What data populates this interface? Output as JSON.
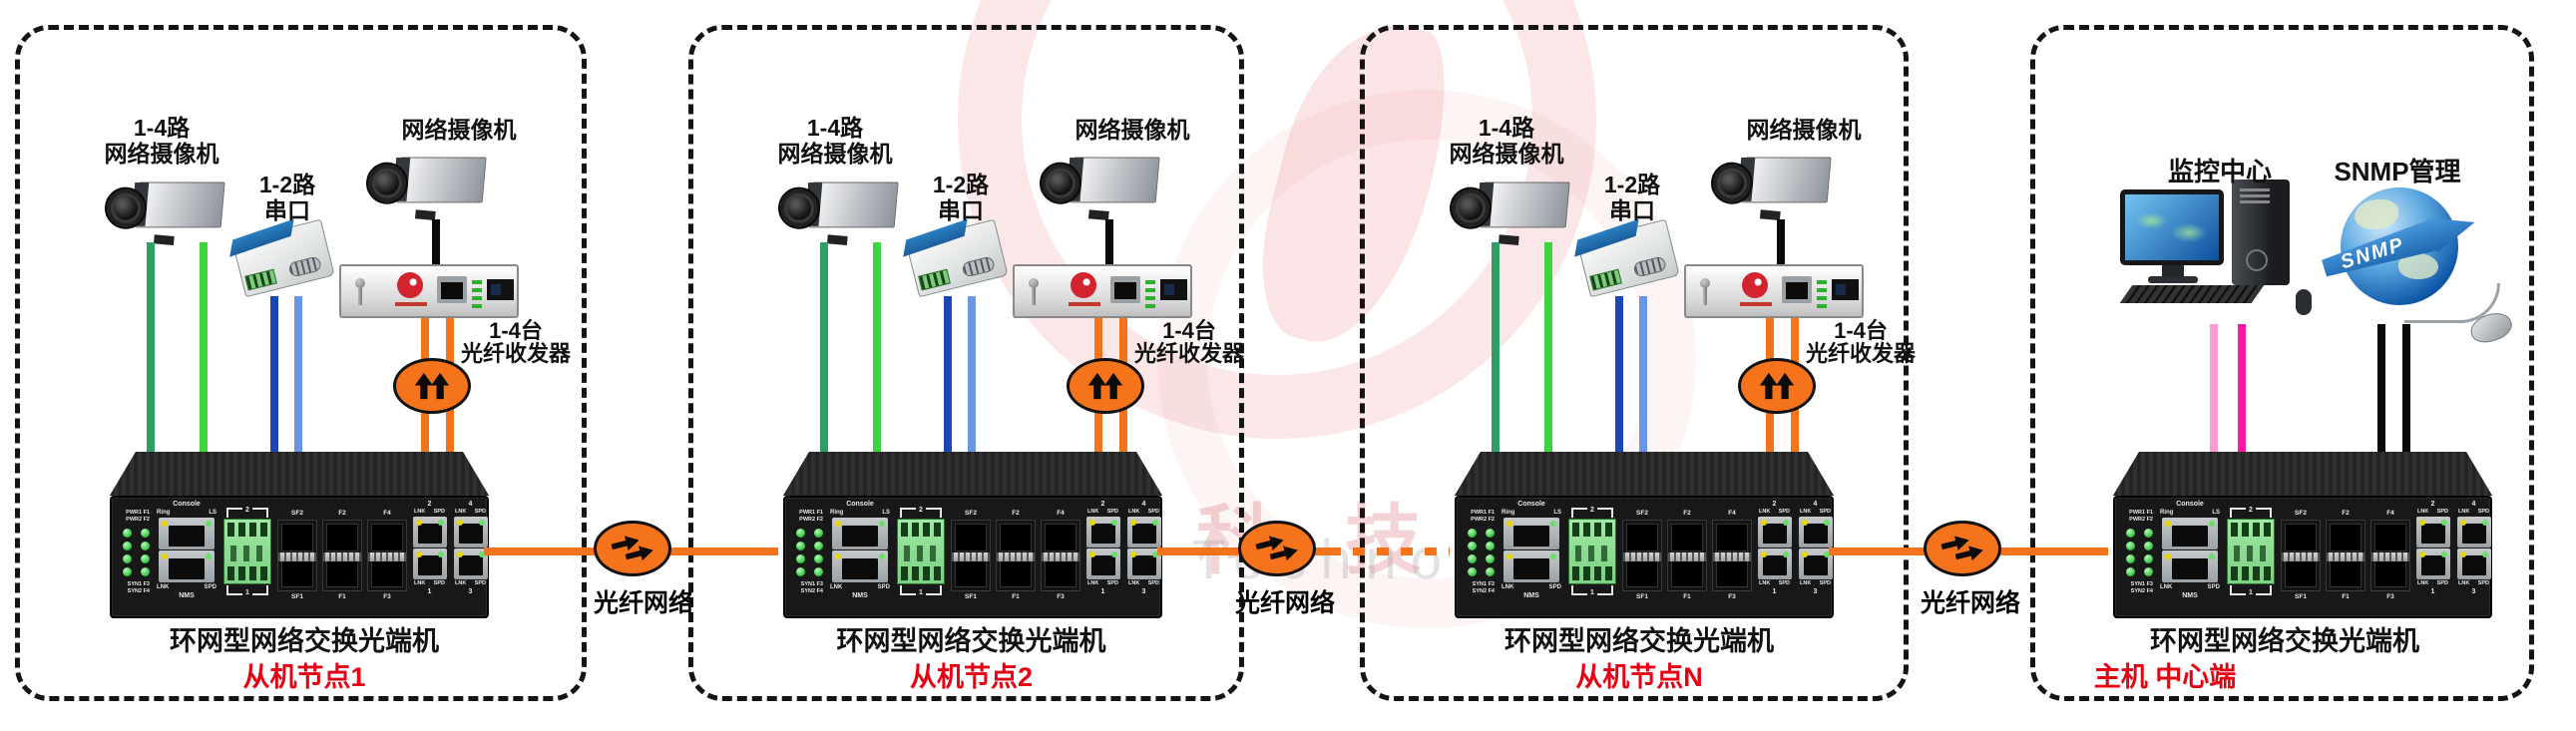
{
  "watermark": {
    "cn": "畅 科 技",
    "en": "Future Technology"
  },
  "shared": {
    "link_label": "光纤网络",
    "switch_caption": "环网型网络交换光端机",
    "slave": {
      "camera1_label_1": "1-4路",
      "camera1_label_2": "网络摄像机",
      "serial_label_1": "1-2路",
      "serial_label_2": "串口",
      "camera2_label": "网络摄像机",
      "transceiver_label_1": "1-4台",
      "transceiver_label_2": "光纤收发器"
    },
    "switch": {
      "console": "Console",
      "ring": "Ring",
      "ls": "LS",
      "pwr1": "PWR1 F1",
      "pwr2": "PWR2 F2",
      "syn1": "SYN1 F3",
      "syn2": "SYN2 F4",
      "lnk": "LNK",
      "spd": "SPD",
      "nms": "NMS",
      "tb_top": "2",
      "tb_bottom": "1",
      "sfp1_top": "SF2",
      "sfp1_bottom": "SF1",
      "sfp2_top": "F2",
      "sfp2_bottom": "F1",
      "sfp3_top": "F4",
      "sfp3_bottom": "F3",
      "rj1_top": "2",
      "rj1_bottom": "1",
      "rj2_top": "4",
      "rj2_bottom": "3"
    }
  },
  "nodes": [
    {
      "node_label": "从机节点1"
    },
    {
      "node_label": "从机节点2"
    },
    {
      "node_label": "从机节点N"
    },
    {
      "node_label": "主机 中心端",
      "monitor_label": "监控中心",
      "snmp_label": "SNMP管理",
      "globe_text": "SNMP"
    }
  ]
}
